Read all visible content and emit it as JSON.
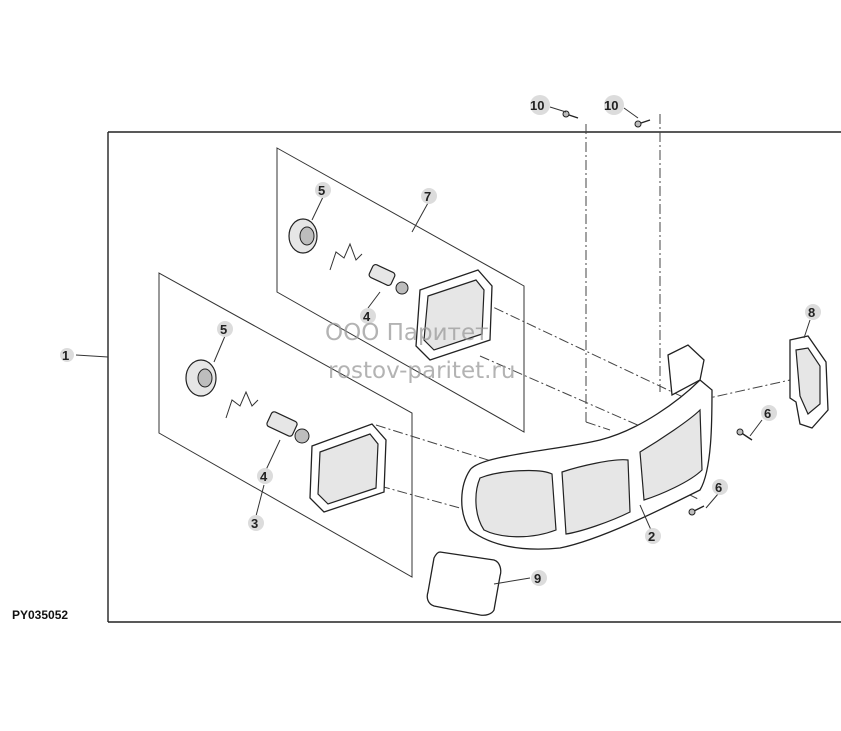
{
  "figure_id": "PY035052",
  "watermark": {
    "line1": "ООО Паритет",
    "line2": "rostov-paritet.ru"
  },
  "callouts": {
    "c1": "1",
    "c2": "2",
    "c3": "3",
    "c4a": "4",
    "c4b": "4",
    "c5a": "5",
    "c5b": "5",
    "c6a": "6",
    "c6b": "6",
    "c7": "7",
    "c8": "8",
    "c9": "9",
    "c10a": "10",
    "c10b": "10"
  }
}
